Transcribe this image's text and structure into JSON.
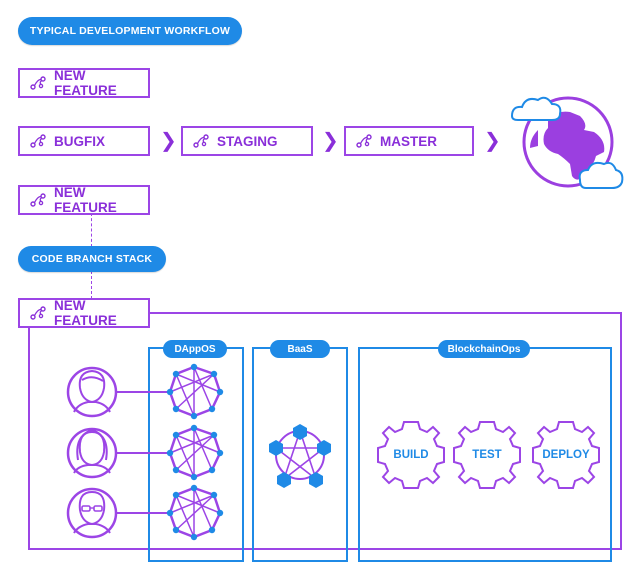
{
  "header": {
    "title": "TYPICAL DEVELOPMENT WORKFLOW"
  },
  "workflow": {
    "feature_top": "NEW FEATURE",
    "bugfix": "BUGFIX",
    "staging": "STAGING",
    "master": "MASTER",
    "feature_bottom": "NEW FEATURE"
  },
  "stack": {
    "title": "CODE BRANCH STACK",
    "feature": "NEW FEATURE"
  },
  "panels": {
    "dappos": "DAppOS",
    "baas": "BaaS",
    "blockchainops": "BlockchainOps"
  },
  "ops": {
    "build": "BUILD",
    "test": "TEST",
    "deploy": "DEPLOY"
  },
  "colors": {
    "blue": "#1f8ae6",
    "purple": "#9c45e6",
    "purple_text": "#8a2fd9",
    "globe": "#9b3fe0"
  },
  "icons": {
    "branch": "git-branch-icon",
    "globe": "globe-icon",
    "user": "user-avatar-icon",
    "network": "network-node-icon",
    "gear": "gear-icon"
  }
}
